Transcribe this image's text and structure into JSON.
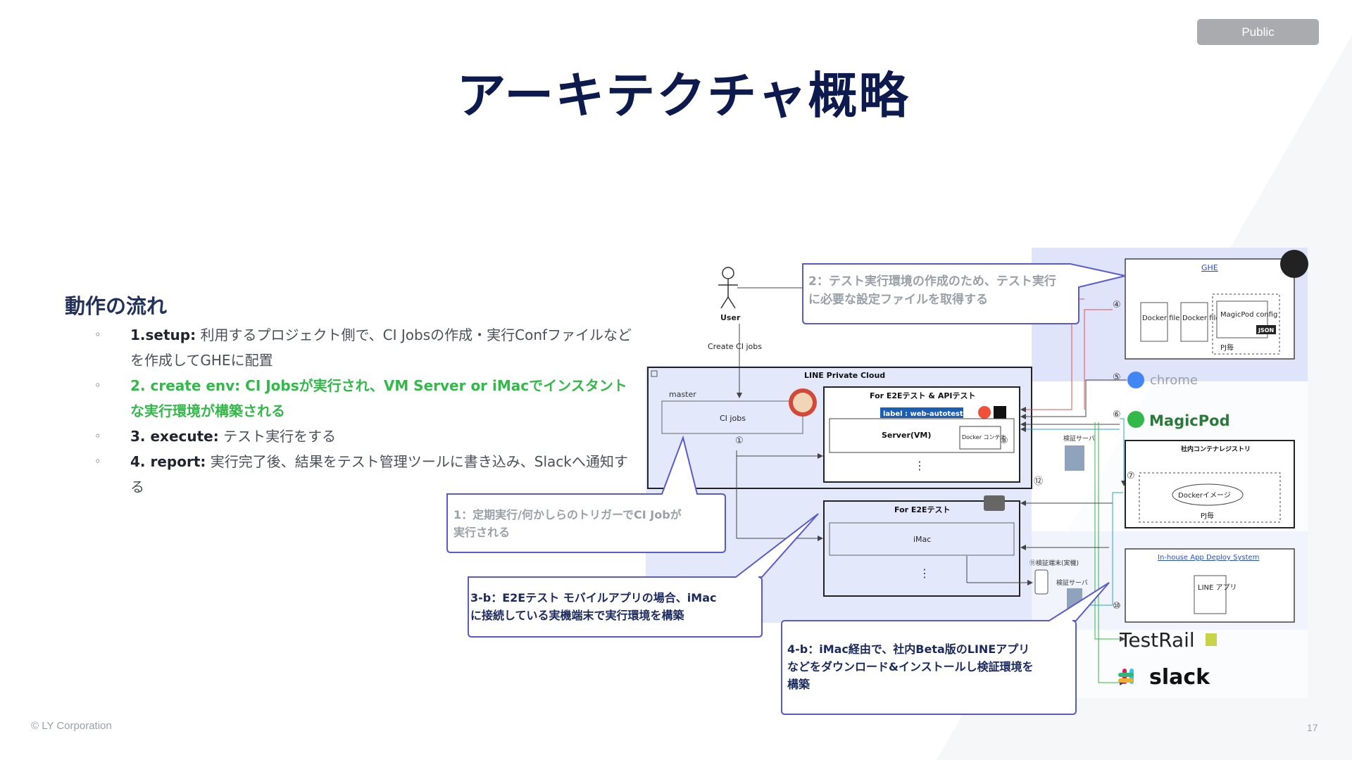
{
  "badge": "Public",
  "title": "アーキテクチャ概略",
  "flow": {
    "heading": "動作の流れ",
    "bullet": "◦",
    "items": [
      {
        "key": "1.setup:",
        "text": " 利用するプロジェクト側で、CI Jobsの作成・実行Confファイルなどを作成してGHEに配置"
      },
      {
        "key": "2.  create env: ",
        "text": "CI Jobsが実行され、VM Server or iMacでインスタント な実行環境が構築される"
      },
      {
        "key": "3. execute:",
        "text": " テスト実行をする"
      },
      {
        "key": "4. report:",
        "text": " 実行完了後、結果をテスト管理ツールに書き込み、Slackへ通知する"
      }
    ]
  },
  "footer": {
    "copyright": "© LY Corporation",
    "page": "17"
  },
  "diagram": {
    "user_label": "User",
    "create_jobs": "Create CI jobs",
    "private_cloud": "LINE Private Cloud",
    "master": "master",
    "ci_jobs": "CI jobs",
    "circle1": "①",
    "e2e_api_title": "For E2Eテスト & APIテスト",
    "label_tag": "label : web-autotest",
    "server_vm": "Server(VM)",
    "docker_container": "Docker コンテナ",
    "circle8": "⑧",
    "verify_server": "検証サーバ",
    "circle12": "⑫",
    "e2e_title": "For E2Eテスト",
    "imac": "iMac",
    "verify_device": "⑪検証端末(実機)",
    "verify_server2": "検証サーバ",
    "circle10": "⑩",
    "ghe": "GHE",
    "circle4": "④",
    "docker_file": "Docker file",
    "docker_file2": "Docker file",
    "magicpod_config": "MagicPod config",
    "json_tag": "JSON",
    "pj_each": "PJ毎",
    "circle5": "⑤",
    "chrome": "chrome",
    "circle6": "⑥",
    "magicpod": "MagicPod",
    "registry": "社内コンテナレジストリ",
    "circle7": "⑦",
    "docker_image": "Dockerイメージ",
    "pj_each2": "PJ毎",
    "deploy_system": "In-house App Deploy System",
    "line_app": "LINE アプリ",
    "testrail": "TestRail",
    "slack": "slack",
    "dots": "⋮",
    "callout1_line1": "1：定期実行/何かしらのトリガーでCI Jobが",
    "callout1_line2": "実行される",
    "callout2_line1": "2：テスト実行環境の作成のため、テスト実行",
    "callout2_line2": "に必要な設定ファイルを取得する",
    "callout3_line1": "3-b：E2Eテスト モバイルアプリの場合、iMac",
    "callout3_line2": "に接続している実機端末で実行環境を構築",
    "callout4_line1": "4-b：iMac経由で、社内Beta版のLINEアプリ",
    "callout4_line2": "などをダウンロード&インストールし検証環境を",
    "callout4_line3": "構築"
  }
}
